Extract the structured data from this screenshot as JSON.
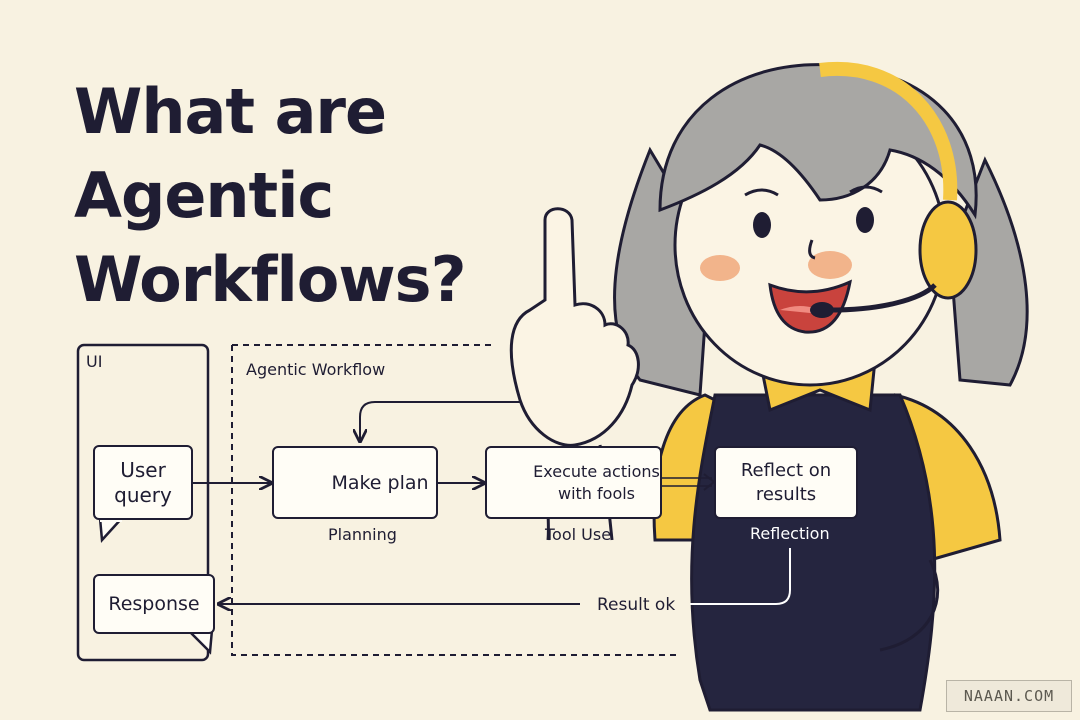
{
  "title": {
    "line1": "What are",
    "line2": "Agentic",
    "line3": "Workflows?"
  },
  "ui_panel": {
    "label": "UI"
  },
  "workflow_panel": {
    "label": "Agentic Workflow"
  },
  "nodes": {
    "user_query": {
      "line1": "User",
      "line2": "query"
    },
    "make_plan": {
      "text": "Make plan",
      "caption": "Planning",
      "icon": "document-icon"
    },
    "execute": {
      "line1": "Execute actions",
      "line2": "with fools",
      "caption": "Tool Use",
      "icon": "wrench-icon"
    },
    "reflect": {
      "line1": "Reflect on",
      "line2": "results",
      "caption": "Reflection"
    },
    "response": {
      "text": "Response"
    }
  },
  "edge_labels": {
    "result_ok": "Result ok"
  },
  "watermark": "NAAAN.COM",
  "colors": {
    "background": "#f8f2e1",
    "ink": "#1f1d33",
    "accent_yellow": "#f5c842",
    "hair_gray": "#a8a7a4",
    "vest_navy": "#25253f",
    "doc_green": "#6ab06a"
  }
}
